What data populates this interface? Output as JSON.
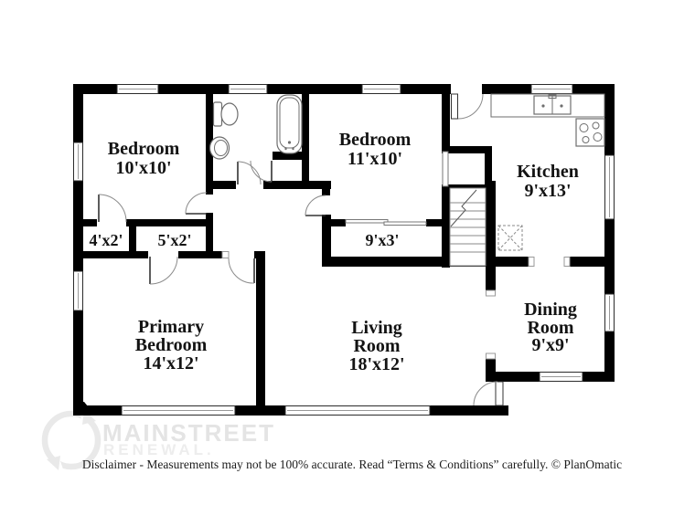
{
  "floorplan": {
    "rooms": [
      {
        "id": "bedroom-1",
        "line1": "Bedroom",
        "line2": "10'x10'"
      },
      {
        "id": "bedroom-2",
        "line1": "Bedroom",
        "line2": "11'x10'"
      },
      {
        "id": "kitchen",
        "line1": "Kitchen",
        "line2": "9'x13'"
      },
      {
        "id": "primary-bedroom",
        "line1": "Primary",
        "line2": "Bedroom",
        "line3": "14'x12'"
      },
      {
        "id": "living-room",
        "line1": "Living",
        "line2": "Room",
        "line3": "18'x12'"
      },
      {
        "id": "dining-room",
        "line1": "Dining",
        "line2": "Room",
        "line3": "9'x9'"
      },
      {
        "id": "closet-left",
        "label": "4'x2'"
      },
      {
        "id": "closet-mid",
        "label": "5'x2'"
      },
      {
        "id": "hall-closet",
        "label": "9'x3'"
      }
    ],
    "fixtures": [
      "toilet",
      "pedestal-sink",
      "bathtub",
      "kitchen-counter",
      "double-sink",
      "stove",
      "stairs",
      "utility-box"
    ]
  },
  "watermark": {
    "brand_line1": "MAINSTREET",
    "brand_line2": "RENEWAL."
  },
  "footer": {
    "disclaimer": "Disclaimer - Measurements may not be 100% accurate. Read “Terms & Conditions” carefully. © PlanOmatic"
  },
  "colors": {
    "wall": "#000000",
    "label_text": "#131313",
    "watermark_gray": "#e4e4e4",
    "fixture_line": "#6e6e6e",
    "background": "#ffffff"
  }
}
